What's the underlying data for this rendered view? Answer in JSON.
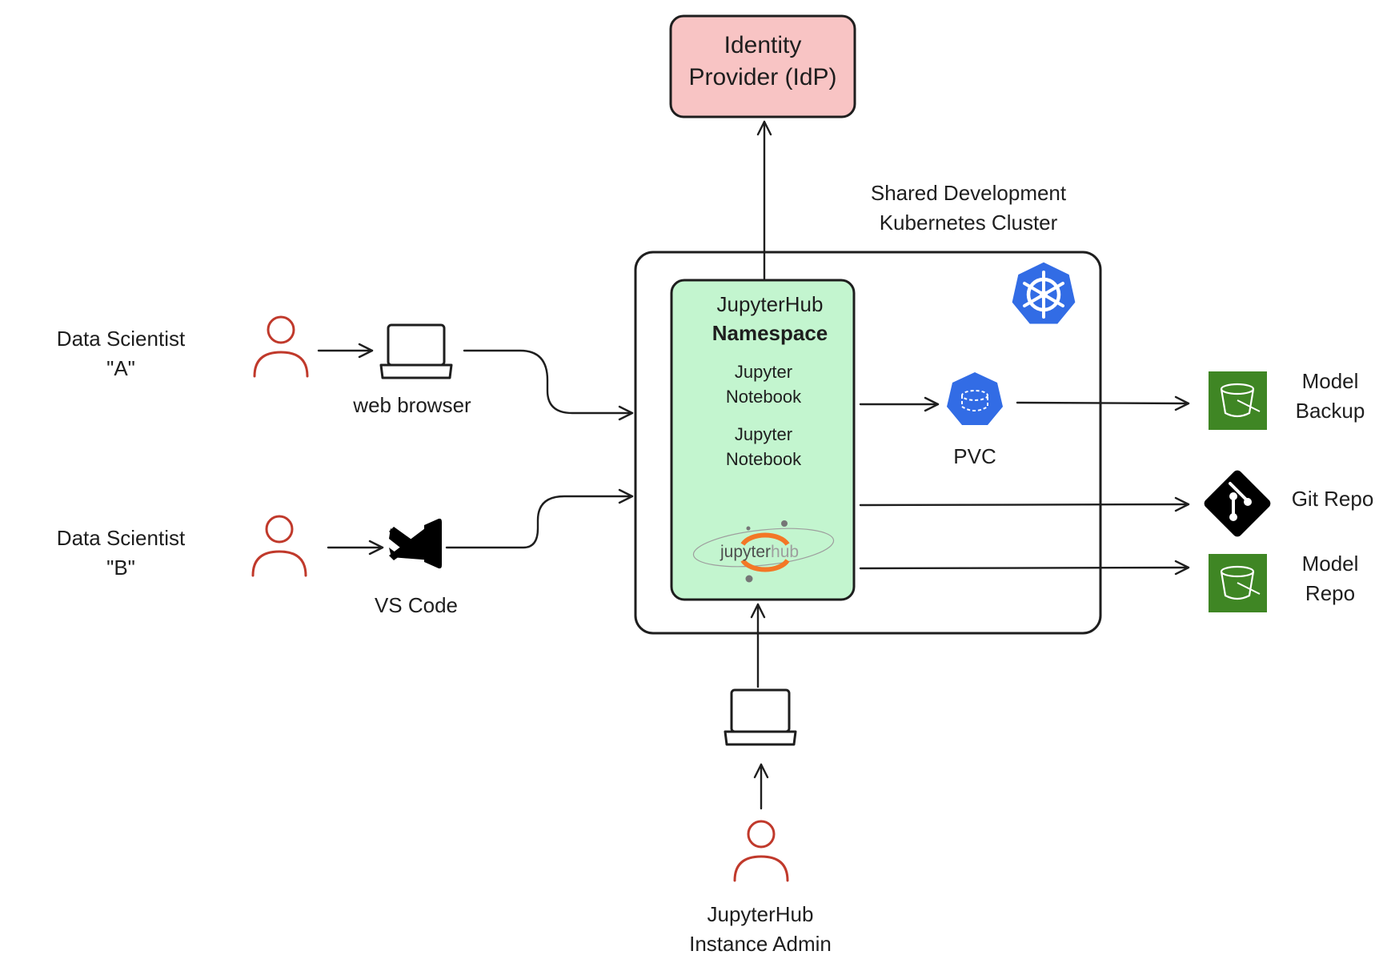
{
  "idp": {
    "line1": "Identity",
    "line2": "Provider (IdP)"
  },
  "cluster": {
    "line1": "Shared Development",
    "line2": "Kubernetes Cluster",
    "icon": "kubernetes-icon"
  },
  "namespace": {
    "line1": "JupyterHub",
    "line2": "Namespace",
    "notebooks": [
      {
        "line1": "Jupyter",
        "line2": "Notebook"
      },
      {
        "line1": "Jupyter",
        "line2": "Notebook"
      }
    ],
    "logo_text": {
      "part1": "jupyter",
      "part2": "hub"
    }
  },
  "users": {
    "a": {
      "line1": "Data Scientist",
      "line2": "\"A\"",
      "client": "web browser"
    },
    "b": {
      "line1": "Data Scientist",
      "line2": "\"B\"",
      "client": "VS Code"
    },
    "admin": {
      "line1": "JupyterHub",
      "line2": "Instance Admin"
    }
  },
  "pvc": {
    "label": "PVC"
  },
  "targets": {
    "model_backup": {
      "line1": "Model",
      "line2": "Backup",
      "icon": "s3-bucket-icon"
    },
    "git_repo": {
      "label": "Git Repo",
      "icon": "git-icon"
    },
    "model_repo": {
      "line1": "Model",
      "line2": "Repo",
      "icon": "s3-bucket-icon"
    }
  },
  "colors": {
    "idp_fill": "#f8c4c4",
    "namespace_fill": "#c3f5cf",
    "person_stroke": "#c0392b",
    "kubernetes_blue": "#326ce5",
    "s3_green": "#3f8624",
    "jupyter_orange": "#f37726",
    "stroke": "#1e1e1e"
  }
}
